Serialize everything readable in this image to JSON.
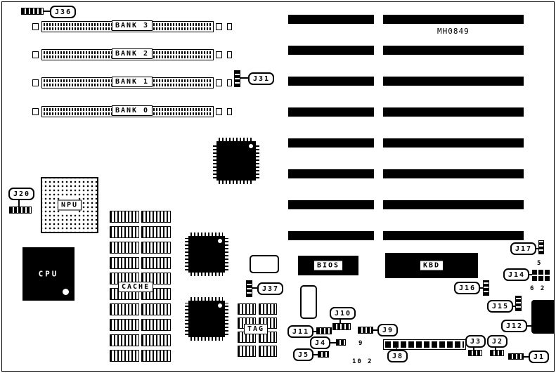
{
  "board": {
    "part_number": "MH0849"
  },
  "banks": [
    {
      "label": "BANK 3"
    },
    {
      "label": "BANK 2"
    },
    {
      "label": "BANK 1"
    },
    {
      "label": "BANK 0"
    }
  ],
  "chips": {
    "npu": "NPU",
    "cpu": "CPU",
    "cache": "CACHE",
    "tag": "TAG",
    "bios": "BIOS",
    "kbd": "KBD"
  },
  "connectors": {
    "j1": "J1",
    "j2": "J2",
    "j3": "J3",
    "j4": "J4",
    "j5": "J5",
    "j8": "J8",
    "j9": "J9",
    "j10": "J10",
    "j11": "J11",
    "j12": "J12",
    "j14": "J14",
    "j15": "J15",
    "j16": "J16",
    "j17": "J17",
    "j20": "J20",
    "j31": "J31",
    "j36": "J36",
    "j37": "J37"
  },
  "pin_labels": {
    "j14_top": "5",
    "j14_bottom": "6 2",
    "j8_top": "9",
    "j8_bottom_left": "10",
    "j8_bottom_right": "2"
  }
}
